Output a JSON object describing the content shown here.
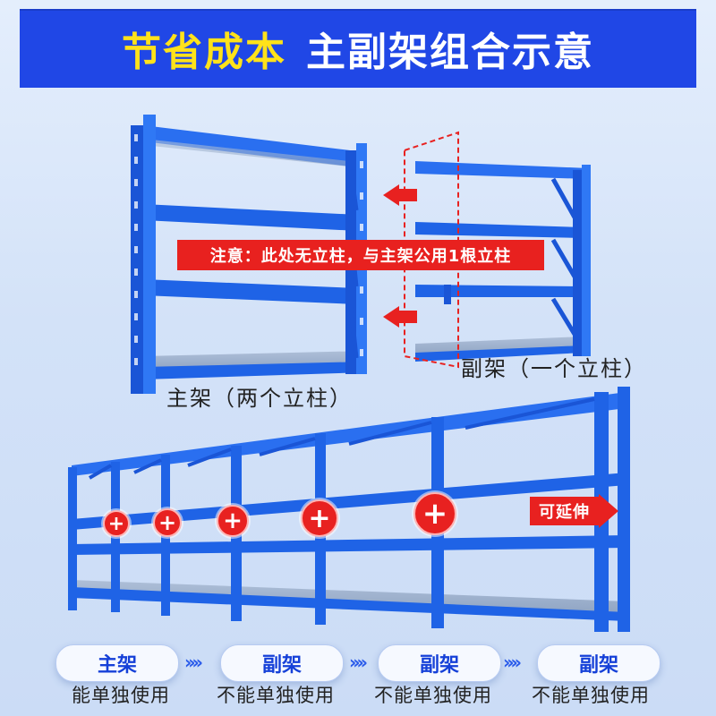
{
  "banner": {
    "highlight": "节省成本",
    "title": "主副架组合示意"
  },
  "note": "注意：此处无立柱，与主架公用1根立柱",
  "main_caption": "主架（两个立柱）",
  "sub_caption": "副架（一个立柱）",
  "extend_label": "可延伸",
  "plus_symbol": "+",
  "steps": [
    {
      "label": "主架",
      "desc": "能单独使用"
    },
    {
      "label": "副架",
      "desc": "不能单独使用"
    },
    {
      "label": "副架",
      "desc": "不能单独使用"
    },
    {
      "label": "副架",
      "desc": "不能单独使用"
    }
  ],
  "chevrons": "››››",
  "colors": {
    "banner": "#2047e6",
    "highlight": "#ffe21a",
    "shelf_blue": "#1f63e6",
    "accent_red": "#e82120"
  }
}
